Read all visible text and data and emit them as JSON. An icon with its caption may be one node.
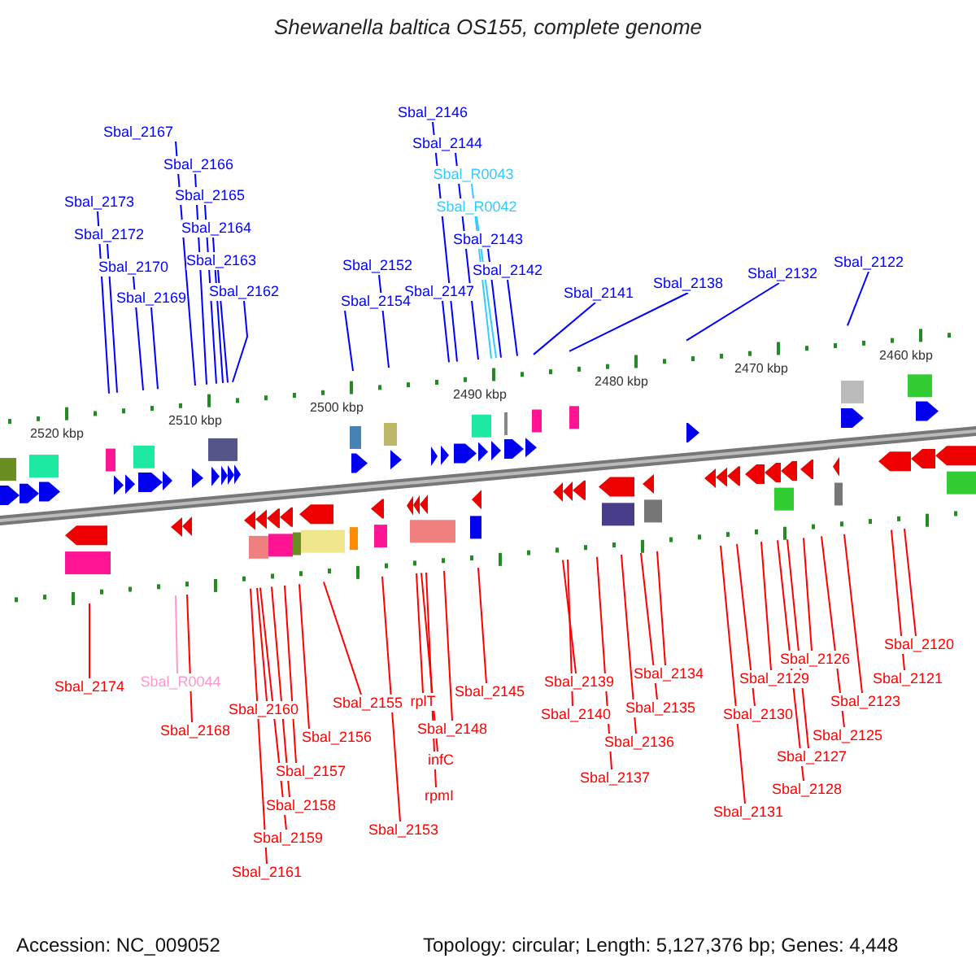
{
  "diagram": {
    "title": "Shewanella baltica OS155, complete genome",
    "nodes": [
      {
        "text": [
          "Sbal_2146"
        ]
      },
      {
        "text": [
          "Sbal_2167"
        ]
      },
      {
        "text": [
          "Sbal_2144"
        ]
      },
      {
        "text": [
          "Sbal_2166"
        ]
      },
      {
        "text": [
          "Sbal_R0043"
        ]
      },
      {
        "text": [
          "Sbal_2165"
        ]
      },
      {
        "text": [
          "Sbal_2173"
        ]
      },
      {
        "text": [
          "Sbal_R0042"
        ]
      },
      {
        "text": [
          "Sbal_2164"
        ]
      },
      {
        "text": [
          "Sbal_2172"
        ]
      },
      {
        "text": [
          "Sbal_2143"
        ]
      },
      {
        "text": [
          "Sbal_2163"
        ]
      },
      {
        "text": [
          "Sbal_2122"
        ]
      },
      {
        "text": [
          "Sbal_2152"
        ]
      },
      {
        "text": [
          "Sbal_2170"
        ]
      },
      {
        "text": [
          "Sbal_2142"
        ]
      },
      {
        "text": [
          "Sbal_2132"
        ]
      },
      {
        "text": [
          "Sbal_2138"
        ]
      },
      {
        "text": [
          "Sbal_2162"
        ]
      },
      {
        "text": [
          "Sbal_2147"
        ]
      },
      {
        "text": [
          "Sbal_2141"
        ]
      },
      {
        "text": [
          "Sbal_2169"
        ]
      },
      {
        "text": [
          "Sbal_2154"
        ]
      },
      {
        "text": [
          "Sbal_2120"
        ]
      },
      {
        "text": [
          "Sbal_2126"
        ]
      },
      {
        "text": [
          "Sbal_2134"
        ]
      },
      {
        "text": [
          "Sbal_2139"
        ]
      },
      {
        "text": [
          "Sbal_2121"
        ]
      },
      {
        "text": [
          "Sbal_2129"
        ]
      },
      {
        "text": [
          "Sbal_R0044"
        ]
      },
      {
        "text": [
          "Sbal_2174"
        ]
      },
      {
        "text": [
          "Sbal_2145"
        ]
      },
      {
        "text": [
          "Sbal_2123"
        ]
      },
      {
        "text": [
          "rplT"
        ]
      },
      {
        "text": [
          "Sbal_2155"
        ]
      },
      {
        "text": [
          "Sbal_2160"
        ]
      },
      {
        "text": [
          "Sbal_2135"
        ]
      },
      {
        "text": [
          "Sbal_2130"
        ]
      },
      {
        "text": [
          "Sbal_2140"
        ]
      },
      {
        "text": [
          "Sbal_2148"
        ]
      },
      {
        "text": [
          "Sbal_2168"
        ]
      },
      {
        "text": [
          "Sbal_2125"
        ]
      },
      {
        "text": [
          "Sbal_2156"
        ]
      },
      {
        "text": [
          "Sbal_2136"
        ]
      },
      {
        "text": [
          "Sbal_2127"
        ]
      },
      {
        "text": [
          "infC"
        ]
      },
      {
        "text": [
          "Sbal_2157"
        ]
      },
      {
        "text": [
          "Sbal_2137"
        ]
      },
      {
        "text": [
          "Sbal_2128"
        ]
      },
      {
        "text": [
          "rpmI"
        ]
      },
      {
        "text": [
          "Sbal_2158"
        ]
      },
      {
        "text": [
          "Sbal_2131"
        ]
      },
      {
        "text": [
          "Sbal_2153"
        ]
      },
      {
        "text": [
          "Sbal_2159"
        ]
      },
      {
        "text": [
          "Sbal_2161"
        ]
      }
    ],
    "edges": [
      {
        "from": 0,
        "to": null,
        "arrow": "none",
        "color": "#0000ff"
      },
      {
        "from": 1,
        "to": null,
        "arrow": "none",
        "color": "#0000ff"
      },
      {
        "from": 2,
        "to": null,
        "arrow": "none",
        "color": "#0000ff"
      },
      {
        "from": 3,
        "to": null,
        "arrow": "none",
        "color": "#0000ff"
      },
      {
        "from": 4,
        "to": null,
        "arrow": "none",
        "color": "#33ccff"
      },
      {
        "from": 5,
        "to": null,
        "arrow": "none",
        "color": "#0000ff"
      },
      {
        "from": 6,
        "to": null,
        "arrow": "none",
        "color": "#0000ff"
      },
      {
        "from": 7,
        "to": null,
        "arrow": "none",
        "color": "#33ccff"
      },
      {
        "from": 8,
        "to": null,
        "arrow": "none",
        "color": "#0000ff"
      },
      {
        "from": 9,
        "to": null,
        "arrow": "none",
        "color": "#0000ff"
      },
      {
        "from": 10,
        "to": null,
        "arrow": "none",
        "color": "#0000ff"
      },
      {
        "from": 11,
        "to": null,
        "arrow": "none",
        "color": "#0000ff"
      },
      {
        "from": 12,
        "to": null,
        "arrow": "none",
        "color": "#0000ff"
      },
      {
        "from": 13,
        "to": null,
        "arrow": "none",
        "color": "#0000ff"
      },
      {
        "from": 14,
        "to": null,
        "arrow": "none",
        "color": "#0000ff"
      },
      {
        "from": 15,
        "to": null,
        "arrow": "none",
        "color": "#0000ff"
      },
      {
        "from": 16,
        "to": null,
        "arrow": "none",
        "color": "#0000ff"
      },
      {
        "from": 17,
        "to": null,
        "arrow": "none",
        "color": "#0000ff"
      },
      {
        "from": 18,
        "to": null,
        "arrow": "none",
        "color": "#0000ff"
      },
      {
        "from": 19,
        "to": null,
        "arrow": "none",
        "color": "#0000ff"
      },
      {
        "from": 20,
        "to": null,
        "arrow": "none",
        "color": "#0000ff"
      },
      {
        "from": 21,
        "to": null,
        "arrow": "none",
        "color": "#0000ff"
      },
      {
        "from": 22,
        "to": null,
        "arrow": "none",
        "color": "#0000ff"
      },
      {
        "from": 23,
        "to": null,
        "arrow": "none"
      },
      {
        "from": 24,
        "to": null,
        "arrow": "none"
      },
      {
        "from": 25,
        "to": null,
        "arrow": "none"
      },
      {
        "from": 26,
        "to": null,
        "arrow": "none"
      },
      {
        "from": 27,
        "to": null,
        "arrow": "none"
      },
      {
        "from": 28,
        "to": null,
        "arrow": "none"
      },
      {
        "from": 29,
        "to": null,
        "arrow": "none",
        "color": "#ff99cc"
      },
      {
        "from": 30,
        "to": null,
        "arrow": "none"
      },
      {
        "from": 31,
        "to": null,
        "arrow": "none"
      },
      {
        "from": 32,
        "to": null,
        "arrow": "none"
      },
      {
        "from": 33,
        "to": null,
        "arrow": "none"
      },
      {
        "from": 34,
        "to": null,
        "arrow": "none"
      },
      {
        "from": 35,
        "to": null,
        "arrow": "none"
      },
      {
        "from": 36,
        "to": null,
        "arrow": "none"
      },
      {
        "from": 37,
        "to": null,
        "arrow": "none"
      },
      {
        "from": 38,
        "to": null,
        "arrow": "none"
      },
      {
        "from": 39,
        "to": null,
        "arrow": "none"
      },
      {
        "from": 40,
        "to": null,
        "arrow": "none"
      },
      {
        "from": 41,
        "to": null,
        "arrow": "none"
      },
      {
        "from": 42,
        "to": null,
        "arrow": "none"
      },
      {
        "from": 43,
        "to": null,
        "arrow": "none"
      },
      {
        "from": 44,
        "to": null,
        "arrow": "none"
      },
      {
        "from": 45,
        "to": null,
        "arrow": "none"
      },
      {
        "from": 46,
        "to": null,
        "arrow": "none"
      },
      {
        "from": 47,
        "to": null,
        "arrow": "none"
      },
      {
        "from": 48,
        "to": null,
        "arrow": "none"
      },
      {
        "from": 49,
        "to": null,
        "arrow": "none"
      },
      {
        "from": 50,
        "to": null,
        "arrow": "none"
      },
      {
        "from": 51,
        "to": null,
        "arrow": "none"
      },
      {
        "from": 52,
        "to": null,
        "arrow": "none"
      },
      {
        "from": 53,
        "to": null,
        "arrow": "none"
      },
      {
        "from": 54,
        "to": null,
        "arrow": "none"
      }
    ],
    "labels": [
      "2520 kbp",
      "2510 kbp",
      "2500 kbp",
      "2490 kbp",
      "2480 kbp",
      "2470 kbp",
      "2460 kbp",
      "Accession: NC_009052",
      "Topology: circular; Length: 5,127,376 bp; Genes: 4,448"
    ]
  }
}
